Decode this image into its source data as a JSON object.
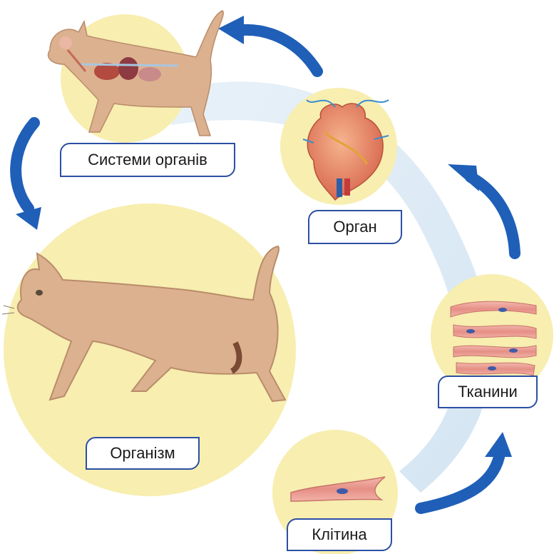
{
  "labels": {
    "organ_systems": "Системи органів",
    "organ": "Орган",
    "tissues": "Тканини",
    "cell": "Клітина",
    "organism": "Організм"
  },
  "colors": {
    "circle_fill": "#f7eeb0",
    "band": "#d6e7f4",
    "arrow": "#1f5fb8",
    "label_border": "#2b4fa3",
    "cat_body": "#dcb18f",
    "muscle": "#e8a49a"
  },
  "icons": [
    "cat-with-organs",
    "heart",
    "muscle-tissue",
    "muscle-cell",
    "cat"
  ]
}
